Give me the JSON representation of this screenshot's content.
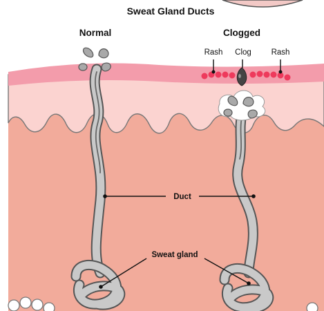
{
  "title": "Sweat Gland Ducts",
  "columns": {
    "normal": "Normal",
    "clogged": "Clogged"
  },
  "labels": {
    "rash_left": "Rash",
    "clog": "Clog",
    "rash_right": "Rash",
    "duct": "Duct",
    "sweat_gland": "Sweat gland"
  },
  "colors": {
    "epidermis_top": "#f39cab",
    "epidermis": "#fbd3d0",
    "dermis": "#f2ab9b",
    "duct_fill": "#c9c9c9",
    "duct_outline": "#555555",
    "rash_dots": "#ee3a5c",
    "clog": "#444444"
  },
  "icons": [
    "sweat-droplet-icon",
    "clog-plug-icon",
    "fat-cell-icon"
  ]
}
